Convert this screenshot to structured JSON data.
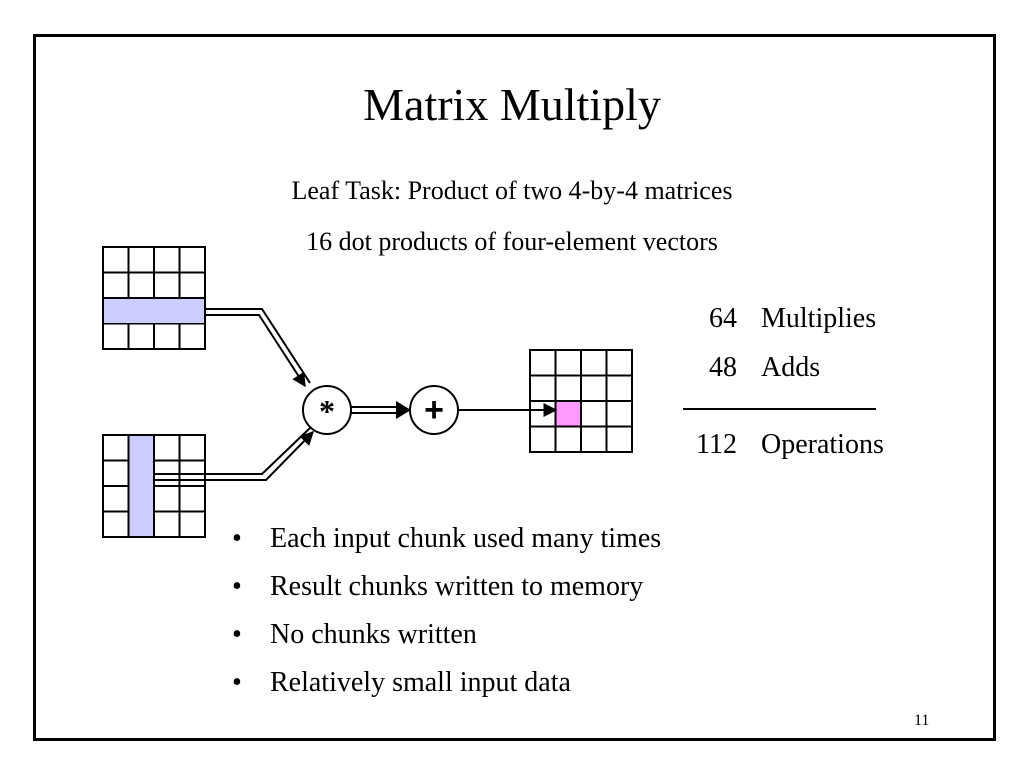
{
  "slide": {
    "title": "Matrix Multiply",
    "subtitle_lines": [
      "Leaf Task: Product of two 4-by-4 matrices",
      "16 dot products of four-element vectors"
    ],
    "operators": {
      "multiply": "*",
      "add": "+"
    },
    "operations": [
      {
        "count": "64",
        "label": "Multiplies"
      },
      {
        "count": "48",
        "label": "Adds"
      },
      {
        "count": "112",
        "label": "Operations"
      }
    ],
    "bullets": [
      {
        "marker": "•",
        "text": "Each input chunk used many times"
      },
      {
        "marker": "•",
        "text": "Result chunks written to memory"
      },
      {
        "marker": "•",
        "text": "No chunks written"
      },
      {
        "marker": "•",
        "text": "Relatively small input data"
      }
    ],
    "page_number": "11"
  },
  "colors": {
    "row_highlight": "#ccccff",
    "result_cell": "#ff99ff",
    "stroke": "#000000"
  },
  "matrices": {
    "size": 4,
    "matrix_a_highlight_row": 3,
    "matrix_b_highlight_col": 2,
    "result_highlight_cell": [
      3,
      2
    ]
  }
}
